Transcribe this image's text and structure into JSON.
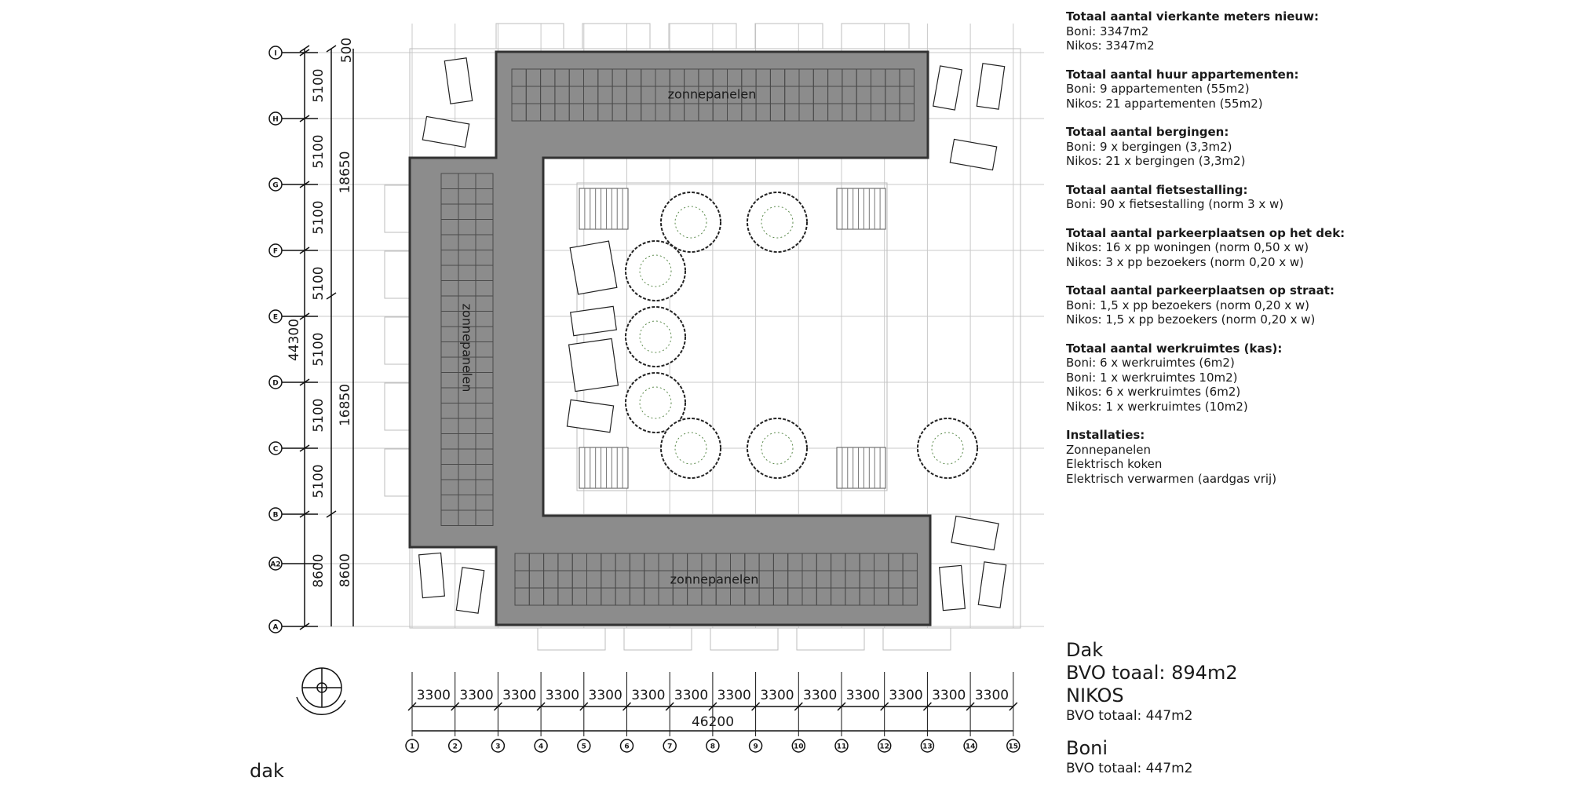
{
  "notes": [
    {
      "title": "Totaal aantal vierkante meters nieuw:",
      "lines": [
        "Boni: 3347m2",
        "Nikos: 3347m2"
      ]
    },
    {
      "title": "Totaal aantal huur appartementen:",
      "lines": [
        "Boni: 9 appartementen (55m2)",
        "Nikos: 21 appartementen (55m2)"
      ]
    },
    {
      "title": "Totaal aantal bergingen:",
      "lines": [
        "Boni: 9 x bergingen (3,3m2)",
        "Nikos: 21 x bergingen (3,3m2)"
      ]
    },
    {
      "title": "Totaal aantal fietsestalling:",
      "lines": [
        "Boni: 90 x fietsestalling (norm 3 x w)"
      ]
    },
    {
      "title": "Totaal aantal parkeerplaatsen op het dek:",
      "lines": [
        "Nikos: 16 x pp woningen (norm 0,50 x w)",
        "Nikos: 3 x pp bezoekers (norm 0,20 x w)"
      ]
    },
    {
      "title": "Totaal aantal parkeerplaatsen op straat:",
      "lines": [
        "Boni: 1,5 x  pp bezoekers (norm 0,20 x w)",
        "Nikos: 1,5 x pp bezoekers (norm 0,20 x w)"
      ]
    },
    {
      "title": "Totaal aantal werkruimtes (kas):",
      "lines": [
        "Boni: 6 x werkruimtes (6m2)",
        "Boni: 1 x werkruimtes 10m2)",
        "Nikos: 6 x werkruimtes (6m2)",
        "Nikos: 1 x werkruimtes (10m2)"
      ]
    },
    {
      "title": "Installaties:",
      "lines": [
        "Zonnepanelen",
        "Elektrisch koken",
        "Elektrisch verwarmen (aardgas vrij)"
      ]
    }
  ],
  "summary": {
    "floor": "Dak",
    "bvo_total": "BVO toaal: 894m2",
    "nikos_name": "NIKOS",
    "nikos_bvo": "BVO totaal: 447m2",
    "boni_name": "Boni",
    "boni_bvo": "BVO totaal: 447m2"
  },
  "sheet_label": "dak",
  "solar_label": "zonnepanelen",
  "grid": {
    "rows": [
      "I",
      "H",
      "G",
      "F",
      "E",
      "D",
      "C",
      "B",
      "A2",
      "A"
    ],
    "cols": [
      "1",
      "2",
      "3",
      "4",
      "5",
      "6",
      "7",
      "8",
      "9",
      "10",
      "11",
      "12",
      "13",
      "14",
      "15"
    ]
  },
  "dimensions": {
    "left_segments": [
      "500",
      "5100",
      "5100",
      "5100",
      "5100",
      "5100",
      "5100",
      "5100",
      "8600"
    ],
    "left_groups": [
      "18650",
      "16850",
      "8600"
    ],
    "left_total": "44300",
    "bottom_segments": [
      "3300",
      "3300",
      "3300",
      "3300",
      "3300",
      "3300",
      "3300",
      "3300",
      "3300",
      "3300",
      "3300",
      "3300",
      "3300",
      "3300"
    ],
    "bottom_total": "46200"
  }
}
